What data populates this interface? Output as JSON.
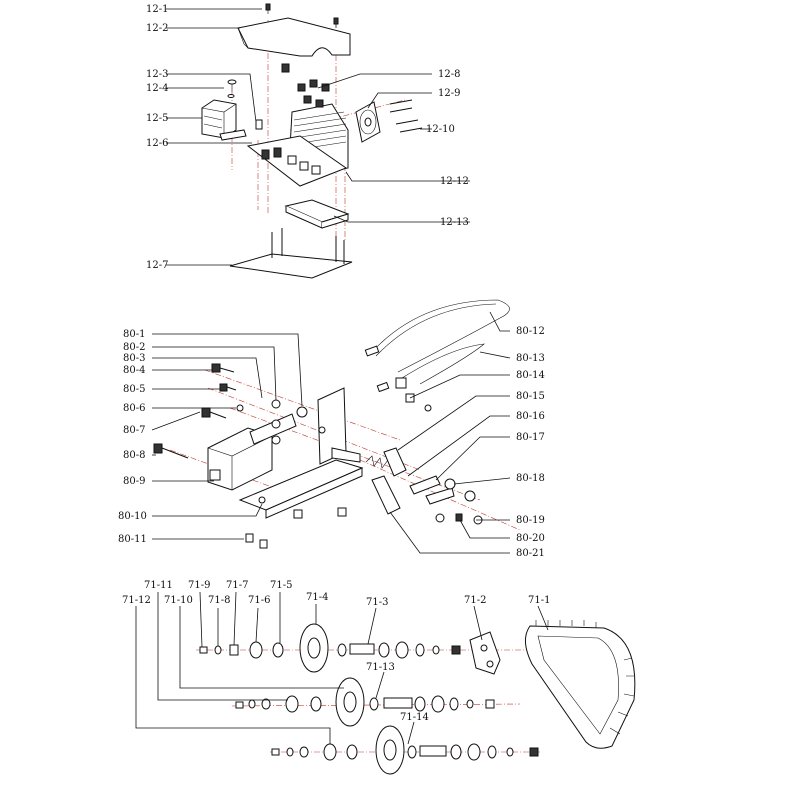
{
  "diagram": {
    "group_12": {
      "labels": [
        {
          "id": "12-1",
          "text": "12-1"
        },
        {
          "id": "12-2",
          "text": "12-2"
        },
        {
          "id": "12-3",
          "text": "12-3"
        },
        {
          "id": "12-4",
          "text": "12-4"
        },
        {
          "id": "12-5",
          "text": "12-5"
        },
        {
          "id": "12-6",
          "text": "12-6"
        },
        {
          "id": "12-7",
          "text": "12-7"
        },
        {
          "id": "12-8",
          "text": "12-8"
        },
        {
          "id": "12-9",
          "text": "12-9"
        },
        {
          "id": "12-10",
          "text": "12-10"
        },
        {
          "id": "12-12",
          "text": "12-12"
        },
        {
          "id": "12-13",
          "text": "12-13"
        }
      ]
    },
    "group_80": {
      "labels": [
        {
          "id": "80-1",
          "text": "80-1"
        },
        {
          "id": "80-2",
          "text": "80-2"
        },
        {
          "id": "80-3",
          "text": "80-3"
        },
        {
          "id": "80-4",
          "text": "80-4"
        },
        {
          "id": "80-5",
          "text": "80-5"
        },
        {
          "id": "80-6",
          "text": "80-6"
        },
        {
          "id": "80-7",
          "text": "80-7"
        },
        {
          "id": "80-8",
          "text": "80-8"
        },
        {
          "id": "80-9",
          "text": "80-9"
        },
        {
          "id": "80-10",
          "text": "80-10"
        },
        {
          "id": "80-11",
          "text": "80-11"
        },
        {
          "id": "80-12",
          "text": "80-12"
        },
        {
          "id": "80-13",
          "text": "80-13"
        },
        {
          "id": "80-14",
          "text": "80-14"
        },
        {
          "id": "80-15",
          "text": "80-15"
        },
        {
          "id": "80-16",
          "text": "80-16"
        },
        {
          "id": "80-17",
          "text": "80-17"
        },
        {
          "id": "80-18",
          "text": "80-18"
        },
        {
          "id": "80-19",
          "text": "80-19"
        },
        {
          "id": "80-20",
          "text": "80-20"
        },
        {
          "id": "80-21",
          "text": "80-21"
        }
      ]
    },
    "group_71": {
      "labels": [
        {
          "id": "71-1",
          "text": "71-1"
        },
        {
          "id": "71-2",
          "text": "71-2"
        },
        {
          "id": "71-3",
          "text": "71-3"
        },
        {
          "id": "71-4",
          "text": "71-4"
        },
        {
          "id": "71-5",
          "text": "71-5"
        },
        {
          "id": "71-6",
          "text": "71-6"
        },
        {
          "id": "71-7",
          "text": "71-7"
        },
        {
          "id": "71-8",
          "text": "71-8"
        },
        {
          "id": "71-9",
          "text": "71-9"
        },
        {
          "id": "71-10",
          "text": "71-10"
        },
        {
          "id": "71-11",
          "text": "71-11"
        },
        {
          "id": "71-12",
          "text": "71-12"
        },
        {
          "id": "71-13",
          "text": "71-13"
        },
        {
          "id": "71-14",
          "text": "71-14"
        }
      ]
    }
  }
}
